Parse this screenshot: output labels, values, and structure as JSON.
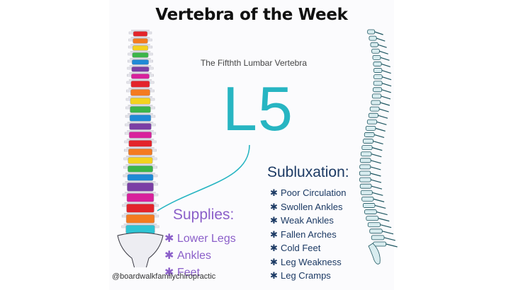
{
  "header": {
    "title": "Vertebra of the Week"
  },
  "feature": {
    "subtitle": "The Fifthth Lumbar Vertebra",
    "code": "L5",
    "accent": "#27b5c2"
  },
  "subluxation": {
    "heading": "Subluxation:",
    "items": [
      "Poor Circulation",
      "Swollen Ankles",
      "Weak Ankles",
      "Fallen Arches",
      "Cold Feet",
      "Leg Weakness",
      "Leg Cramps"
    ],
    "color": "#1c3a64"
  },
  "supplies": {
    "heading": "Supplies:",
    "items": [
      "Lower Legs",
      "Ankles",
      "Feet"
    ],
    "color": "#8b5fc9"
  },
  "credit": "@boardwalkfamilychiropractic",
  "spine_colors": [
    "#e3242b",
    "#f47b20",
    "#f4d21f",
    "#3cb54a",
    "#1f8ad6",
    "#7b3fa5",
    "#d8219c"
  ],
  "highlight_color": "#2ec4d3"
}
